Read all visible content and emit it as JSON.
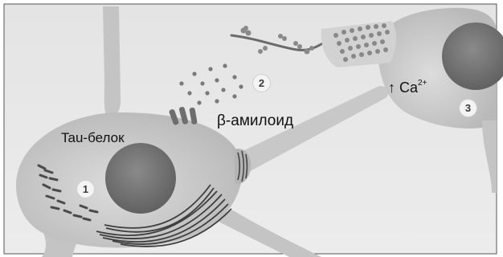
{
  "labels": {
    "tau": "Tau-белок",
    "amyloid": "β-амилоид",
    "calcium_arrow": "↑",
    "calcium_base": "Ca",
    "calcium_charge": "2+"
  },
  "markers": [
    "1",
    "2",
    "3"
  ]
}
